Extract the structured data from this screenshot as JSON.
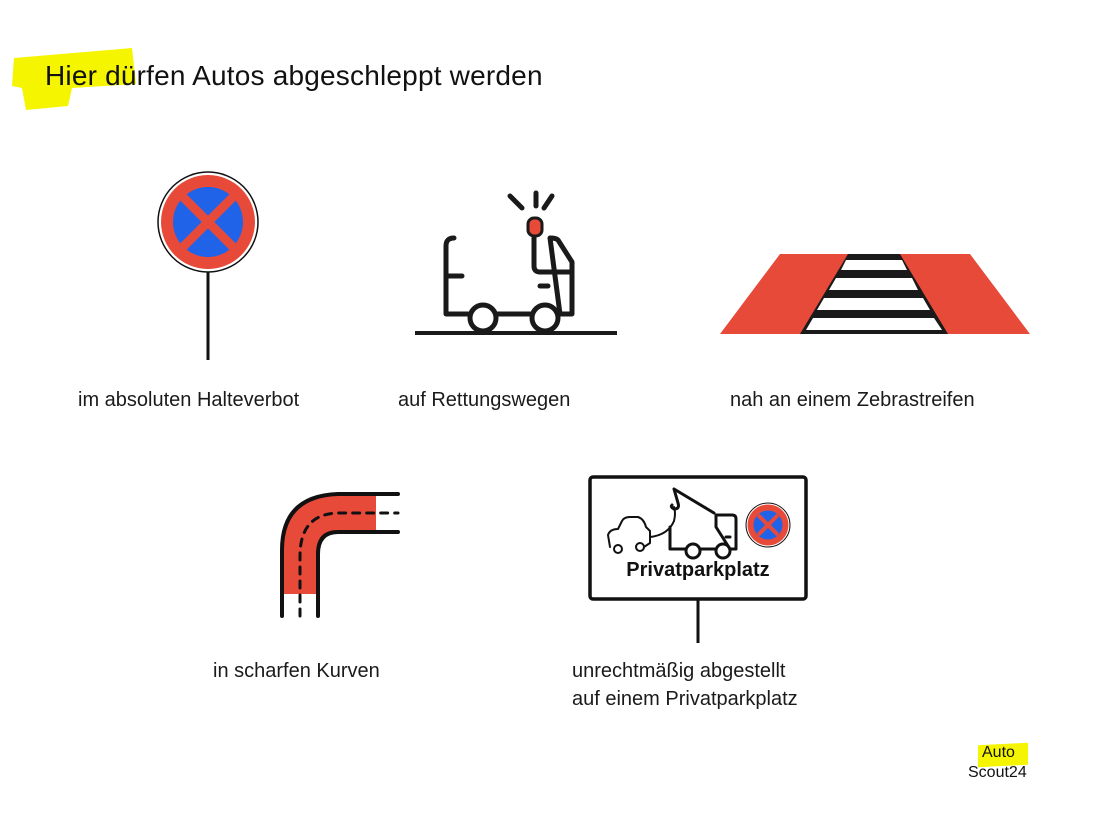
{
  "header": {
    "title": "Hier dürfen Autos abgeschleppt werden",
    "highlight_color": "#f5f500"
  },
  "colors": {
    "red": "#e84a3a",
    "blue": "#2063e8",
    "black": "#1a1a1a",
    "highlight": "#f5f500"
  },
  "items": [
    {
      "icon": "no-stopping-sign-icon",
      "caption": "im absoluten Halteverbot"
    },
    {
      "icon": "ambulance-icon",
      "caption": "auf Rettungswegen"
    },
    {
      "icon": "crosswalk-icon",
      "caption": "nah an einem Zebrastreifen"
    },
    {
      "icon": "sharp-curve-icon",
      "caption": "in scharfen Kurven"
    },
    {
      "icon": "private-parking-sign-icon",
      "caption_line1": "unrechtmäßig abgestellt",
      "caption_line2": "auf einem Privatparkplatz",
      "sign_text": "Privatparkplatz"
    }
  ],
  "logo": {
    "line1": "Auto",
    "line2": "Scout24"
  }
}
